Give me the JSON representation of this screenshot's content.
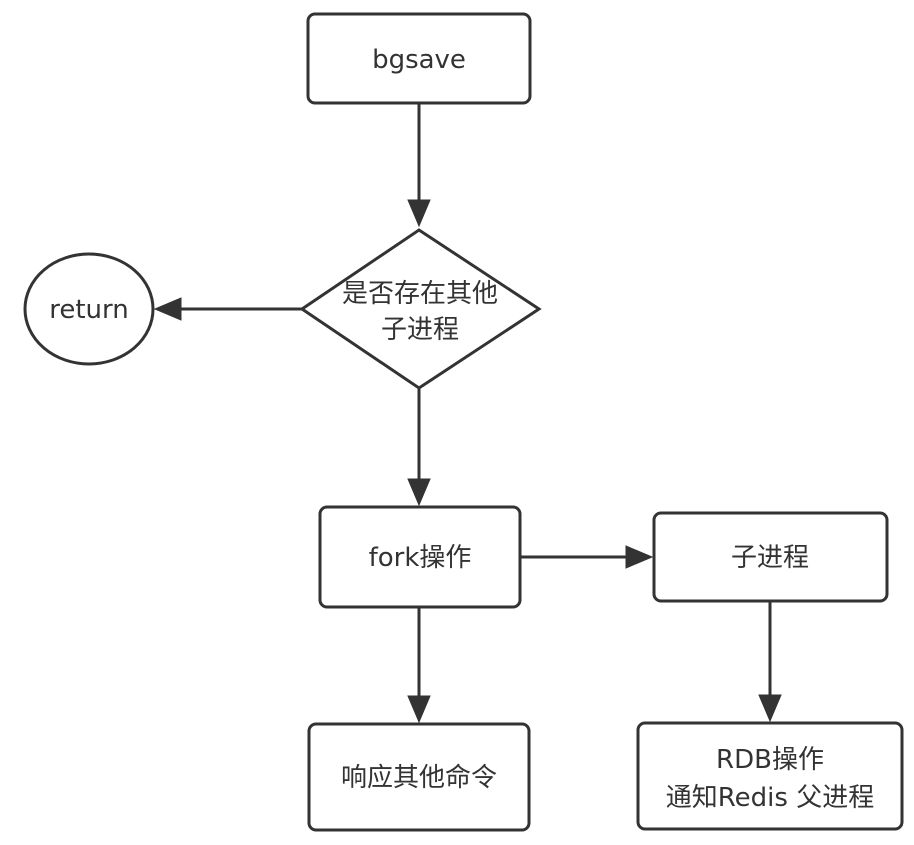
{
  "nodes": {
    "bgsave": {
      "lines": [
        "bgsave"
      ]
    },
    "decision": {
      "lines": [
        "是否存在其他",
        "子进程"
      ]
    },
    "return": {
      "lines": [
        "return"
      ]
    },
    "fork": {
      "lines": [
        "fork操作"
      ]
    },
    "child": {
      "lines": [
        "子进程"
      ]
    },
    "respond": {
      "lines": [
        "响应其他命令"
      ]
    },
    "rdb": {
      "lines": [
        "RDB操作",
        "通知Redis 父进程"
      ]
    }
  },
  "edges": [
    {
      "from": "bgsave",
      "to": "decision"
    },
    {
      "from": "decision",
      "to": "return"
    },
    {
      "from": "decision",
      "to": "fork"
    },
    {
      "from": "fork",
      "to": "child"
    },
    {
      "from": "fork",
      "to": "respond"
    },
    {
      "from": "child",
      "to": "rdb"
    }
  ],
  "colors": {
    "stroke": "#333333",
    "fill": "#ffffff",
    "text": "#333333"
  }
}
